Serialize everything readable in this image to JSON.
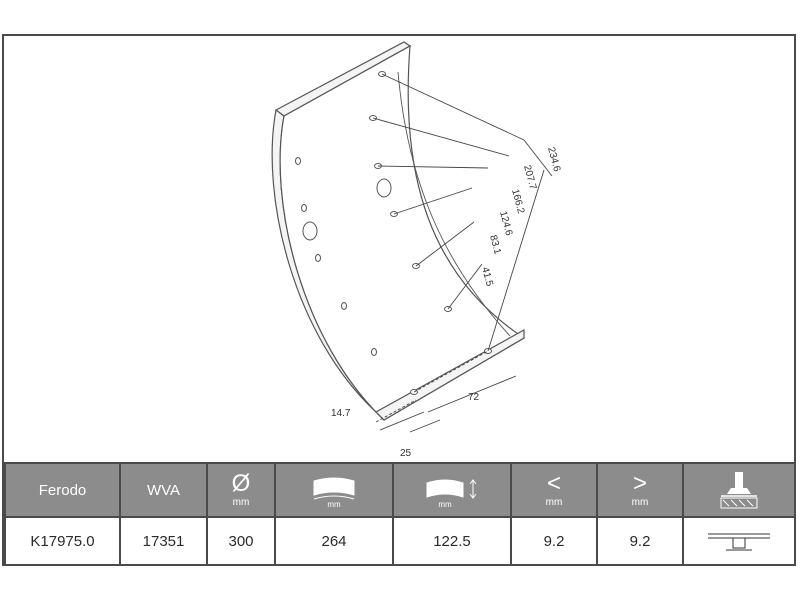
{
  "drawing": {
    "dims_radial": [
      "234.6",
      "207.7",
      "166.2",
      "124.6",
      "83.1",
      "41.5"
    ],
    "dim_72": "72",
    "dim_14_7": "14.7",
    "dim_25": "25"
  },
  "table": {
    "headers": {
      "ferodo": "Ferodo",
      "wva": "WVA",
      "diameter_symbol": "Ø",
      "unit_mm": "mm",
      "less_symbol": "<",
      "greater_symbol": ">"
    },
    "values": {
      "ferodo": "K17975.0",
      "wva": "17351",
      "diameter": "300",
      "width": "264",
      "length": "122.5",
      "min_thickness": "9.2",
      "max_thickness": "9.2"
    }
  },
  "icons": [
    "diameter-icon",
    "lining-width-icon",
    "lining-length-icon",
    "rivet-icon",
    "rivet-profile-icon"
  ]
}
